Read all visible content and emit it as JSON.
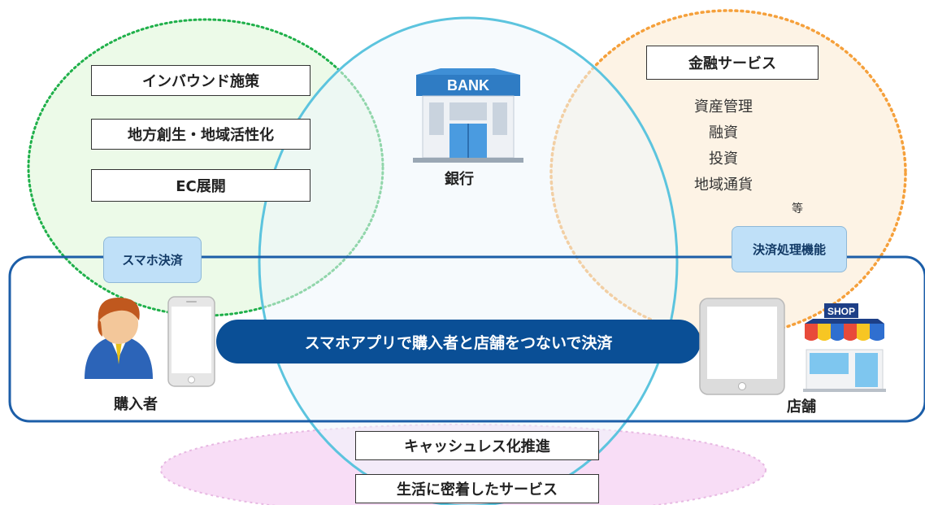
{
  "left_circle": {
    "items": [
      "インバウンド施策",
      "地方創生・地域活性化",
      "EC展開"
    ],
    "tag": "スマホ決済"
  },
  "bank": {
    "sign": "BANK",
    "label": "銀行"
  },
  "right_circle": {
    "title": "金融サービス",
    "services": [
      "資産管理",
      "融資",
      "投資",
      "地域通貨"
    ],
    "etc": "等",
    "tag": "決済処理機能"
  },
  "main_bar": {
    "text": "スマホアプリで購入者と店舗をつないで決済"
  },
  "buyer": {
    "label": "購入者"
  },
  "store": {
    "label": "店舗",
    "sign": "SHOP"
  },
  "bottom": {
    "items": [
      "キャッシュレス化推進",
      "生活に密着したサービス"
    ]
  },
  "colors": {
    "green_dots": "#1fb04a",
    "green_fill": "#e9f9e4",
    "blue_circle": "#5cc4de",
    "blue_fill": "#eef6fc",
    "orange_dots": "#f5a03b",
    "orange_fill": "#fdf1e0",
    "pink_fill": "#f8ddf6",
    "navy": "#0a4f96",
    "frame": "#1c5ea8"
  }
}
